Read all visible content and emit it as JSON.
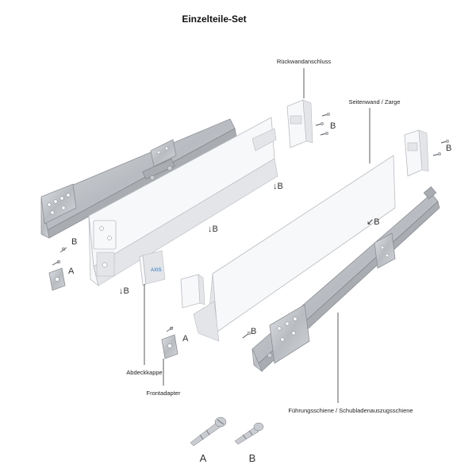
{
  "title": "Einzelteile-Set",
  "labels": {
    "rueckwand": "Rückwandanschluss",
    "seitenwand": "Seitenwand / Zarge",
    "abdeckkappe": "Abdeckkappe",
    "frontadapter": "Frontadapter",
    "fuehrung": "Führungsschiene / Schubladenauszugsschiene"
  },
  "part_letters": {
    "b_top_bracket": "B",
    "b_right_bracket": "B",
    "b_left_side": "↓B",
    "b_left_lower": "↓B",
    "b_left_rail": "B",
    "a_left_adapter": "A",
    "b_left_bottom": "↓B",
    "a_center_adapter": "A",
    "b_center_panel": "B",
    "b_right_side": "↙B"
  },
  "screws": {
    "a_label": "A",
    "b_label": "B"
  },
  "cap_logo": "AXIS",
  "colors": {
    "metal": "#c4c7cb",
    "white_panel": "#f7f8f9",
    "leader": "#333333"
  }
}
